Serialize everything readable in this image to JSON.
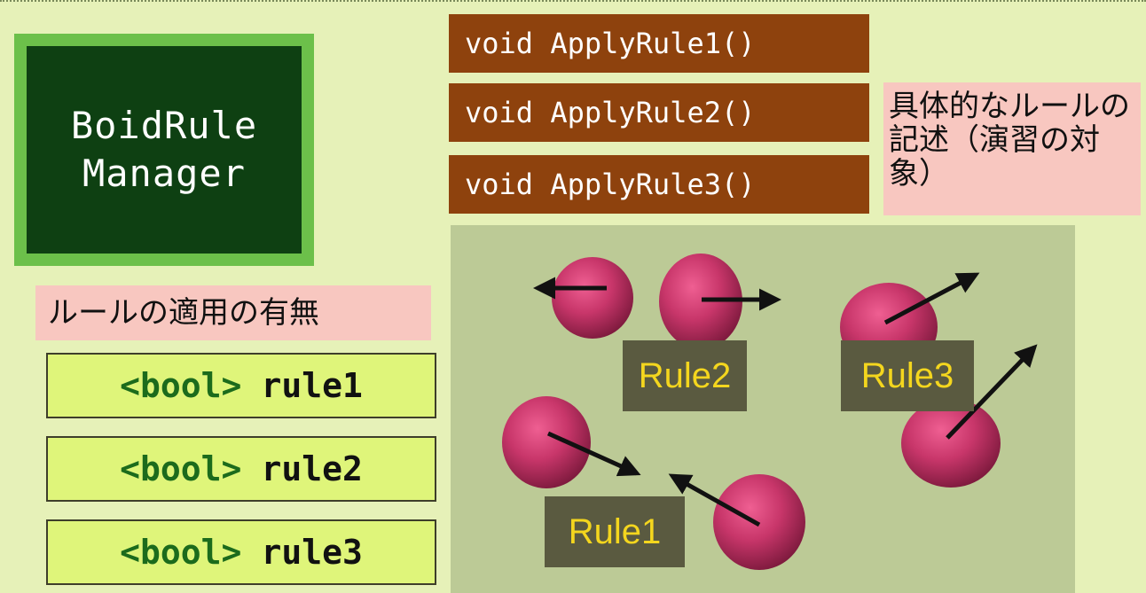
{
  "manager": {
    "line1": "BoidRule",
    "line2": "Manager"
  },
  "methods": [
    "void ApplyRule1()",
    "void ApplyRule2()",
    "void ApplyRule3()"
  ],
  "note_right": "具体的なルールの記述（演習の対象）",
  "note_left": "ルールの適用の有無",
  "flags": [
    {
      "type": "<bool>",
      "name": "rule1"
    },
    {
      "type": "<bool>",
      "name": "rule2"
    },
    {
      "type": "<bool>",
      "name": "rule3"
    }
  ],
  "scene_labels": {
    "rule1": "Rule1",
    "rule2": "Rule2",
    "rule3": "Rule3"
  },
  "colors": {
    "manager_outer": "#6cc04a",
    "manager_inner": "#0e4012",
    "method_bg": "#8e420d",
    "note_bg": "#f8c7c0",
    "bool_bg": "#dff57a",
    "scene_bg": "#bcca96",
    "label_bg": "#5a5a40",
    "label_text": "#f4d61e",
    "boid": "#c8366a"
  }
}
